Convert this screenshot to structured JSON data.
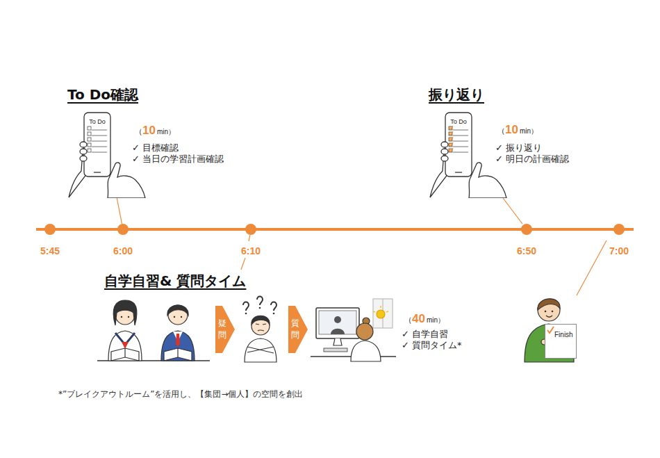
{
  "diagram": {
    "nodes": [
      {
        "text": [
          "To Do"
        ]
      },
      {
        "text": [
          "To Do"
        ]
      },
      {
        "text": [
          "5:45"
        ]
      },
      {
        "text": [
          "6:00"
        ]
      },
      {
        "text": [
          "6:10"
        ]
      },
      {
        "text": [
          "6:50"
        ]
      },
      {
        "text": [
          "7:00"
        ]
      },
      {
        "text": [
          "疑問"
        ]
      },
      {
        "text": [
          "質問"
        ]
      },
      {
        "text": [
          "Finish"
        ]
      }
    ],
    "edges": [
      {
        "from": 0,
        "to": 3,
        "arrow": "none"
      },
      {
        "from": 1,
        "to": 5,
        "arrow": "none"
      }
    ],
    "labels": [
      "To Do確認",
      "（",
      "10",
      "min）",
      "✓ 目標確認",
      "✓ 当日の学習計画確認",
      "振り返り",
      "（",
      "10",
      "min）",
      "✓ 振り返り",
      "✓ 明日の計画確認",
      "自学自習& 質問タイム",
      "（",
      "40",
      "min）",
      "✓ 自学自習",
      "✓ 質問タイム*",
      "*”ブレイクアウトルーム”を活用し、【集団→個人】の空間を創出"
    ]
  }
}
